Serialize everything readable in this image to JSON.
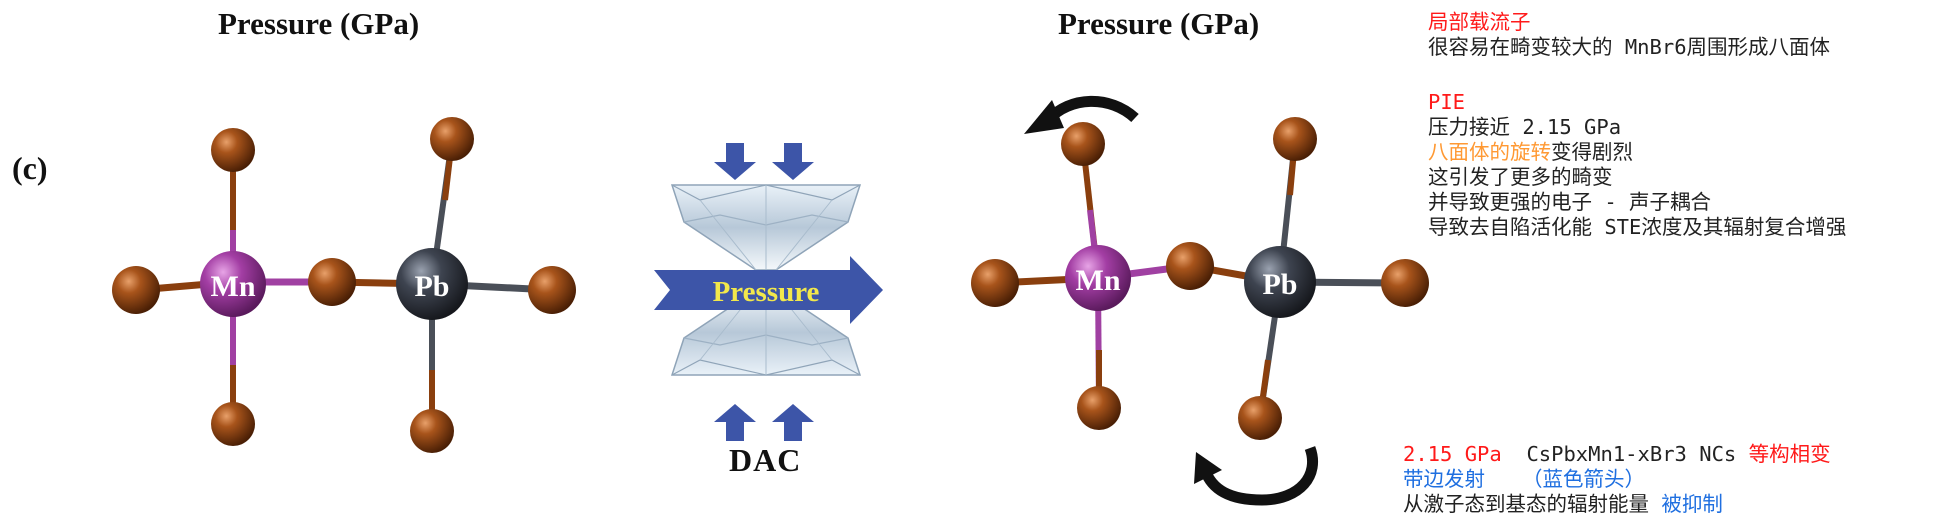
{
  "panel_label": "(c)",
  "headings": {
    "left": "Pressure (GPa)",
    "right": "Pressure (GPa)"
  },
  "left_structure": {
    "mn_label": "Mn",
    "pb_label": "Pb"
  },
  "right_structure": {
    "mn_label": "Mn",
    "pb_label": "Pb"
  },
  "dac": {
    "arrow_label": "Pressure",
    "label": "DAC"
  },
  "notes_top": {
    "title": "局部载流子",
    "line1": "很容易在畸变较大的 MnBr6周围形成八面体"
  },
  "notes_pie": {
    "title": "PIE",
    "line1": "压力接近 2.15 GPa",
    "line2_highlight": "八面体的旋转",
    "line2_rest": "变得剧烈",
    "line3": "这引发了更多的畸变",
    "line4": "并导致更强的电子 - 声子耦合",
    "line5": "导致去自陷活化能 STE浓度及其辐射复合增强"
  },
  "notes_bottom": {
    "pressure": "2.15 GPa",
    "material": "CsPbxMn1-xBr3 NCs",
    "transition": "等构相变",
    "emission": "带边发射",
    "arrow_note": "（蓝色箭头）",
    "line3_text": "从激子态到基态的辐射能量",
    "line3_highlight": "被抑制"
  },
  "colors": {
    "mn": "#9b3a9d",
    "pb": "#3a3f48",
    "br": "#8a3f0e",
    "arrow_blue": "#3d55a8",
    "pressure_text": "#f2e84b",
    "annotation_red": "#ff1a1a",
    "annotation_orange": "#ff9933",
    "annotation_blue": "#1f6fe0"
  },
  "icons": [
    "curved-arrow-icon",
    "diamond-anvil-icon",
    "compression-arrow-icon"
  ]
}
